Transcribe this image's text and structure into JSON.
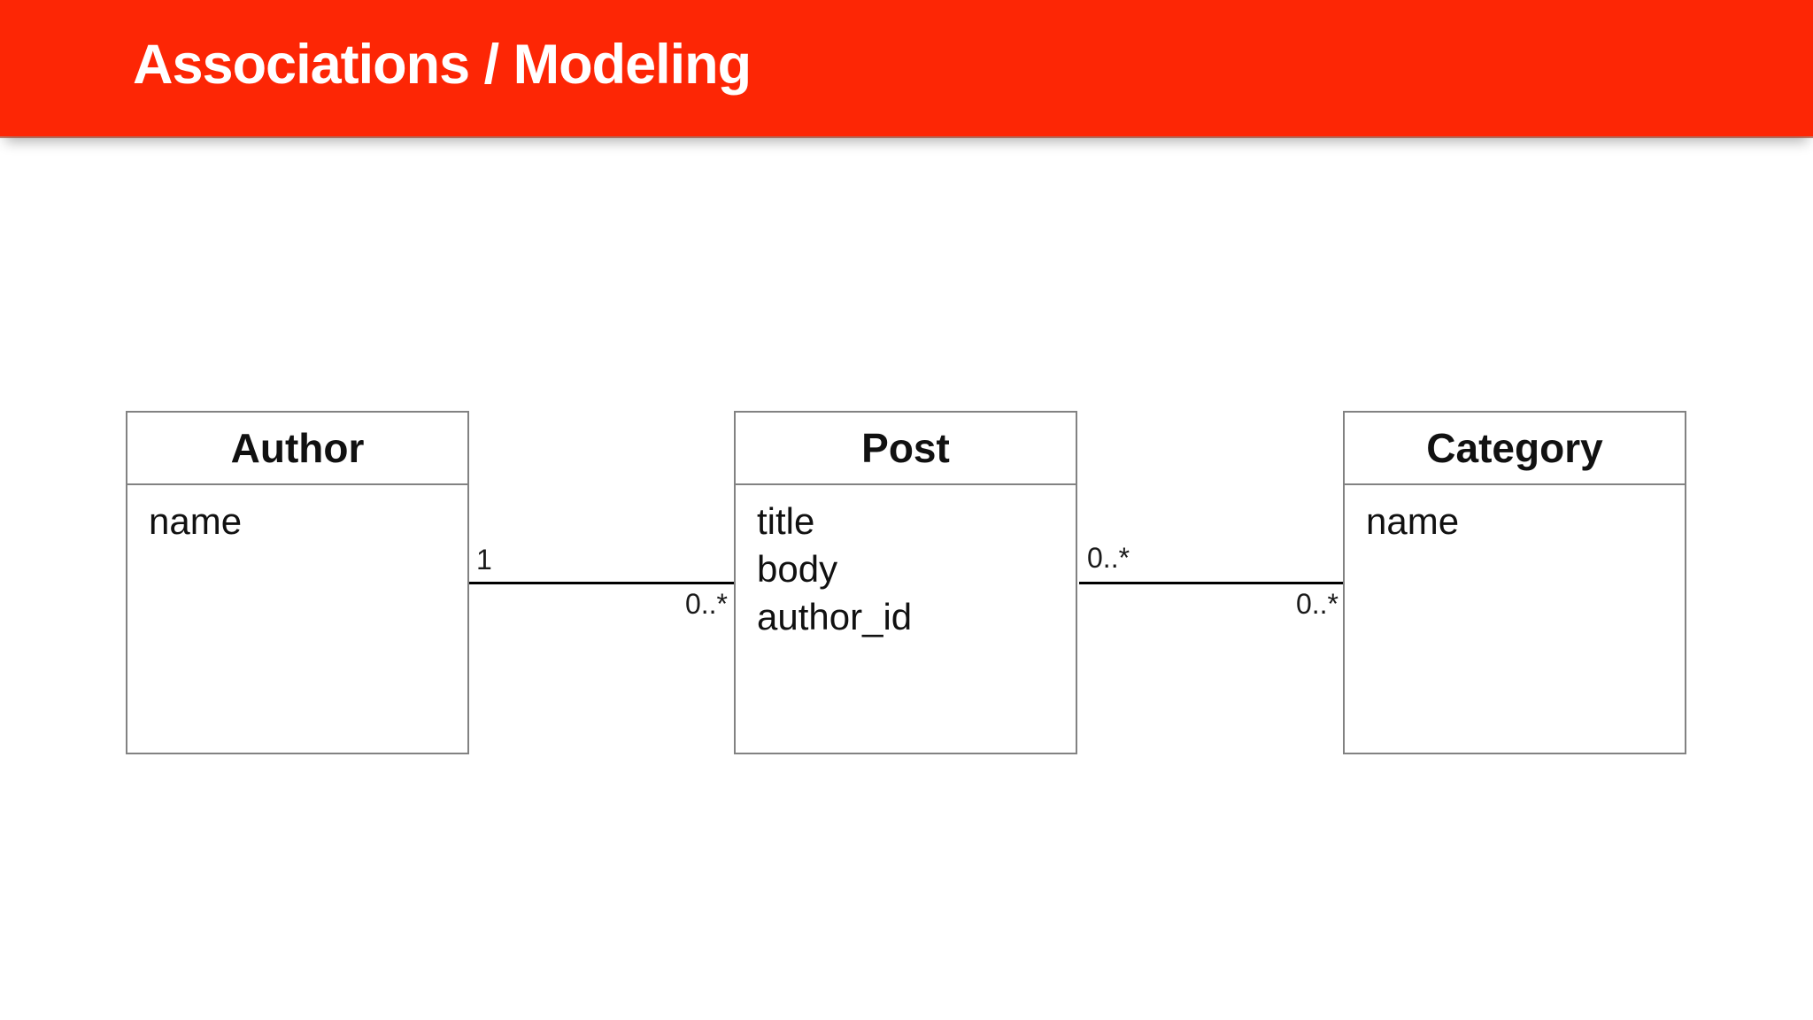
{
  "header": {
    "title": "Associations / Modeling"
  },
  "colors": {
    "header_bg": "#fd2605",
    "box_border": "#828282",
    "line": "#000000",
    "text": "#111111"
  },
  "diagram": {
    "entities": [
      {
        "name": "Author",
        "attributes": [
          "name"
        ]
      },
      {
        "name": "Post",
        "attributes": [
          "title",
          "body",
          "author_id"
        ]
      },
      {
        "name": "Category",
        "attributes": [
          "name"
        ]
      }
    ],
    "associations": [
      {
        "from": "Author",
        "to": "Post",
        "from_multiplicity": "1",
        "to_multiplicity": "0..*"
      },
      {
        "from": "Post",
        "to": "Category",
        "from_multiplicity": "0..*",
        "to_multiplicity": "0..*"
      }
    ]
  }
}
